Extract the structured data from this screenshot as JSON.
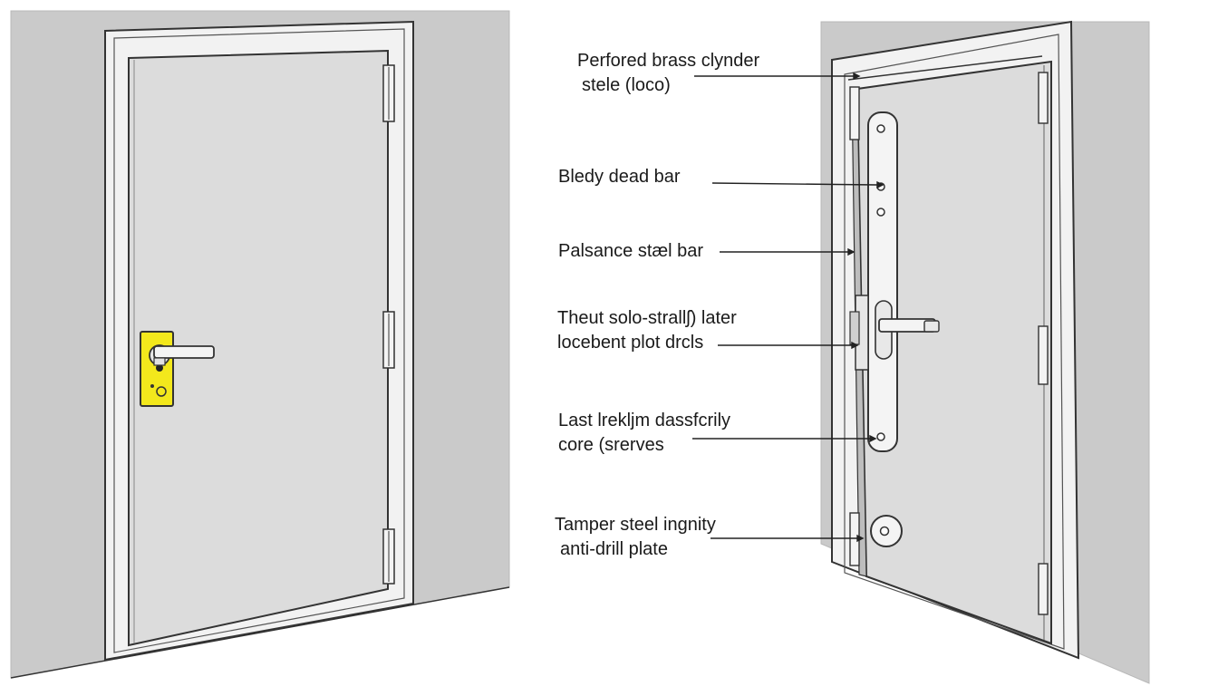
{
  "colors": {
    "wall": "#cacaca",
    "door": "#dcdcdc",
    "frame": "#f2f2f2",
    "outline": "#333333",
    "lock_plate": "#f3e81c"
  },
  "callouts": [
    {
      "id": "cylinder",
      "lines": [
        "Perfored brass clynder",
        "stele (loco)"
      ]
    },
    {
      "id": "dead-bar",
      "lines": [
        "Bledy dead bar"
      ]
    },
    {
      "id": "steel-bar",
      "lines": [
        "Palsance stæl bar"
      ]
    },
    {
      "id": "latch-plate",
      "lines": [
        "Theut solo-strallʃ) later",
        "locebent plot drcls"
      ]
    },
    {
      "id": "core-sleeves",
      "lines": [
        "Last lrekljm dassfcrily",
        "core (srerves"
      ]
    },
    {
      "id": "anti-drill-plate",
      "lines": [
        "Tamper steel ingnity",
        "anti-drill plate"
      ]
    }
  ]
}
